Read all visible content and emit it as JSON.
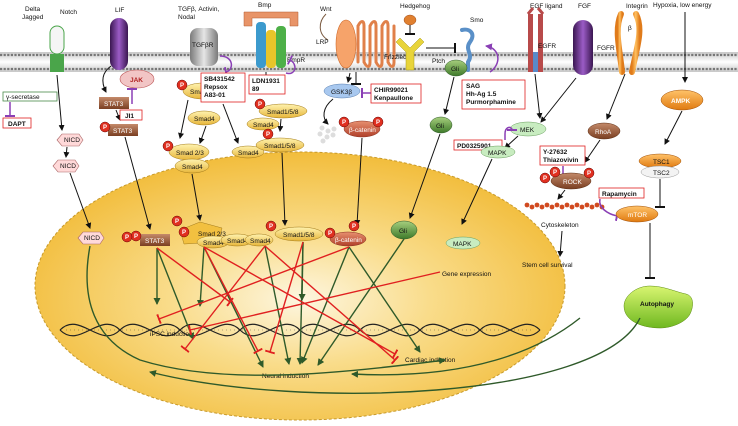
{
  "receptors": {
    "delta_jagged": "Delta\nJagged",
    "notch": "Notch",
    "lif": "LIF",
    "tgf": "TGFβ, Activin,\nNodal",
    "tgfbr": "TGFβR",
    "bmp": "Bmp",
    "bmpr": "BmpR",
    "wnt": "Wnt",
    "lrp": "LRP",
    "frizzled": "Frizzled",
    "hedgehog": "Hedgehog",
    "ptch": "Ptch",
    "smo": "Smo",
    "egf_ligand": "EGF ligand",
    "egfr": "EGFR",
    "fgf": "FGF",
    "fgfr": "FGFR",
    "integrin": "Integrin",
    "beta": "β",
    "hypoxia": "Hypoxia, low energy"
  },
  "molecules": {
    "gamma_secretase": "γ-secretase",
    "nicd": "NICD",
    "jak": "JAK",
    "stat3": "STAT3",
    "smad23": "Smad 2/3",
    "smad4": "Smad4",
    "smad158": "Smad1/5/8",
    "gsk3b": "GSK3β",
    "beta_catenin": "β-catenin",
    "gli": "Gli",
    "mek": "MEK",
    "mapk": "MAPK",
    "rhoa": "RhoA",
    "rock": "ROCK",
    "ampk": "AMPK",
    "tsc1": "TSC1",
    "tsc2": "TSC2",
    "mtor": "mTOR",
    "p": "P"
  },
  "inhibitors": {
    "dapt": "DAPT",
    "ji1": "JI1",
    "sb": "SB431542\nRepsox\nA83-01",
    "ldn": "LDN1931\n89",
    "chir": "CHIR99021\nKenpaullone",
    "sag": "SAG\nHh-Ag 1.5\nPurmorphamine",
    "pd": "PD0325901",
    "y27632": "Y-27632\nThiazovivin",
    "rapamycin": "Rapamycin"
  },
  "outcomes": {
    "gene_expression": "Gene expression",
    "cytoskeleton": "Cytoskeleton",
    "stem_cell_survival": "Stem cell survival",
    "autophagy": "Autophagy",
    "ipsc": "iPSC induction",
    "neural": "Neural  induction",
    "cardiac": "Cardiac induction"
  },
  "colors": {
    "activation": "#2f5a2a",
    "inhibition": "#e02020",
    "purple": "#8a3fb5",
    "nucleus": "#f3c24a"
  }
}
